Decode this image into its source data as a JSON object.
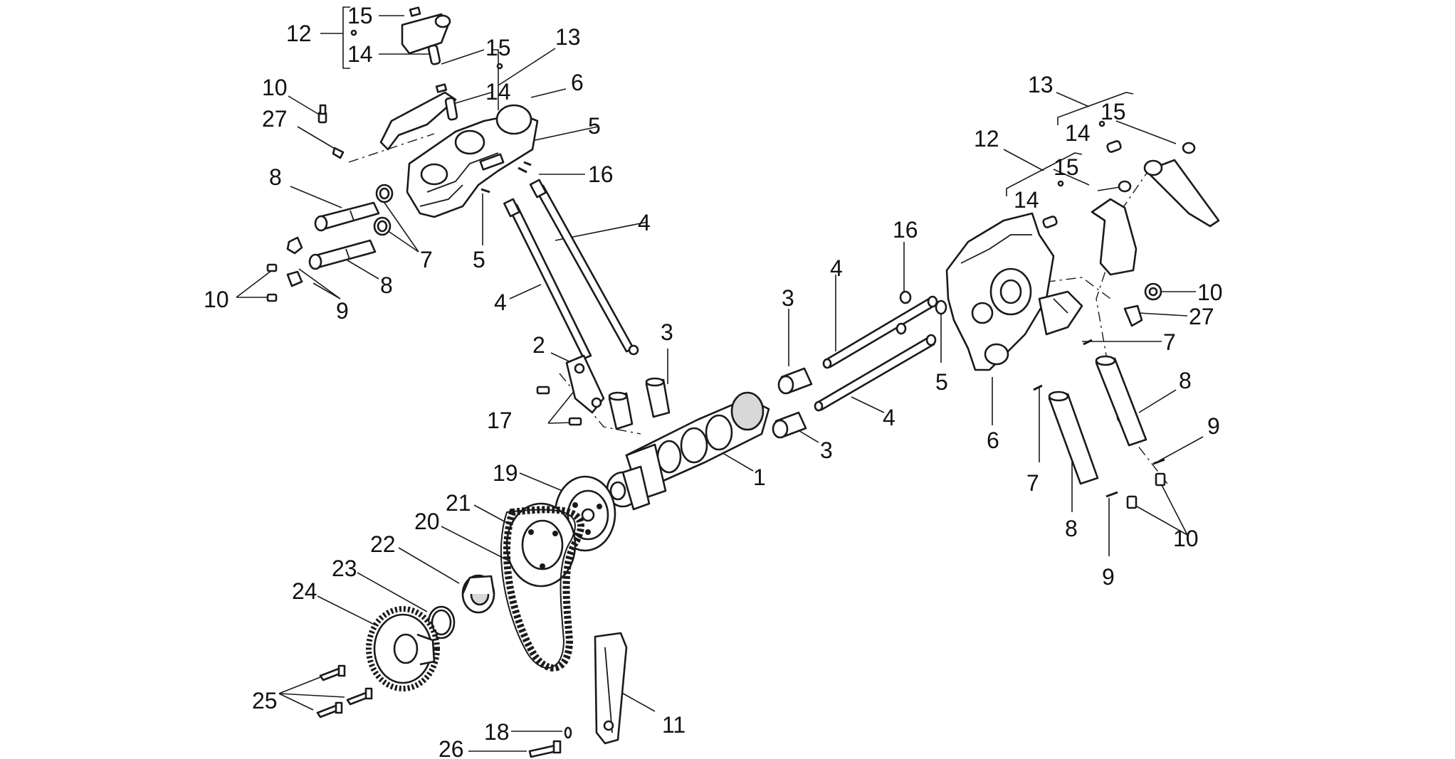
{
  "callouts": [
    {
      "id": "c-15-a",
      "text": "15"
    },
    {
      "id": "c-12-a",
      "text": "12"
    },
    {
      "id": "c-14-a",
      "text": "14"
    },
    {
      "id": "c-15-b",
      "text": "15"
    },
    {
      "id": "c-13-a",
      "text": "13"
    },
    {
      "id": "c-14-b",
      "text": "14"
    },
    {
      "id": "c-6-a",
      "text": "6"
    },
    {
      "id": "c-10-a",
      "text": "10"
    },
    {
      "id": "c-27-a",
      "text": "27"
    },
    {
      "id": "c-5-a",
      "text": "5"
    },
    {
      "id": "c-16-a",
      "text": "16"
    },
    {
      "id": "c-8-a",
      "text": "8"
    },
    {
      "id": "c-4-a",
      "text": "4"
    },
    {
      "id": "c-7-a",
      "text": "7"
    },
    {
      "id": "c-5-b",
      "text": "5"
    },
    {
      "id": "c-10-b",
      "text": "10"
    },
    {
      "id": "c-8-b",
      "text": "8"
    },
    {
      "id": "c-9-a",
      "text": "9"
    },
    {
      "id": "c-4-b",
      "text": "4"
    },
    {
      "id": "c-2-a",
      "text": "2"
    },
    {
      "id": "c-3-a",
      "text": "3"
    },
    {
      "id": "c-17-a",
      "text": "17"
    },
    {
      "id": "c-19-a",
      "text": "19"
    },
    {
      "id": "c-1-a",
      "text": "1"
    },
    {
      "id": "c-21-a",
      "text": "21"
    },
    {
      "id": "c-20-a",
      "text": "20"
    },
    {
      "id": "c-22-a",
      "text": "22"
    },
    {
      "id": "c-23-a",
      "text": "23"
    },
    {
      "id": "c-24-a",
      "text": "24"
    },
    {
      "id": "c-25-a",
      "text": "25"
    },
    {
      "id": "c-18-a",
      "text": "18"
    },
    {
      "id": "c-26-a",
      "text": "26"
    },
    {
      "id": "c-11-a",
      "text": "11"
    },
    {
      "id": "c-3-b",
      "text": "3"
    },
    {
      "id": "c-4-c",
      "text": "4"
    },
    {
      "id": "c-16-b",
      "text": "16"
    },
    {
      "id": "c-3-c",
      "text": "3"
    },
    {
      "id": "c-4-d",
      "text": "4"
    },
    {
      "id": "c-5-c",
      "text": "5"
    },
    {
      "id": "c-6-b",
      "text": "6"
    },
    {
      "id": "c-13-b",
      "text": "13"
    },
    {
      "id": "c-12-b",
      "text": "12"
    },
    {
      "id": "c-14-c",
      "text": "14"
    },
    {
      "id": "c-15-c",
      "text": "15"
    },
    {
      "id": "c-15-d",
      "text": "15"
    },
    {
      "id": "c-14-d",
      "text": "14"
    },
    {
      "id": "c-10-c",
      "text": "10"
    },
    {
      "id": "c-27-b",
      "text": "27"
    },
    {
      "id": "c-7-b",
      "text": "7"
    },
    {
      "id": "c-8-c",
      "text": "8"
    },
    {
      "id": "c-9-b",
      "text": "9"
    },
    {
      "id": "c-7-c",
      "text": "7"
    },
    {
      "id": "c-8-d",
      "text": "8"
    },
    {
      "id": "c-10-d",
      "text": "10"
    },
    {
      "id": "c-9-c",
      "text": "9"
    }
  ]
}
